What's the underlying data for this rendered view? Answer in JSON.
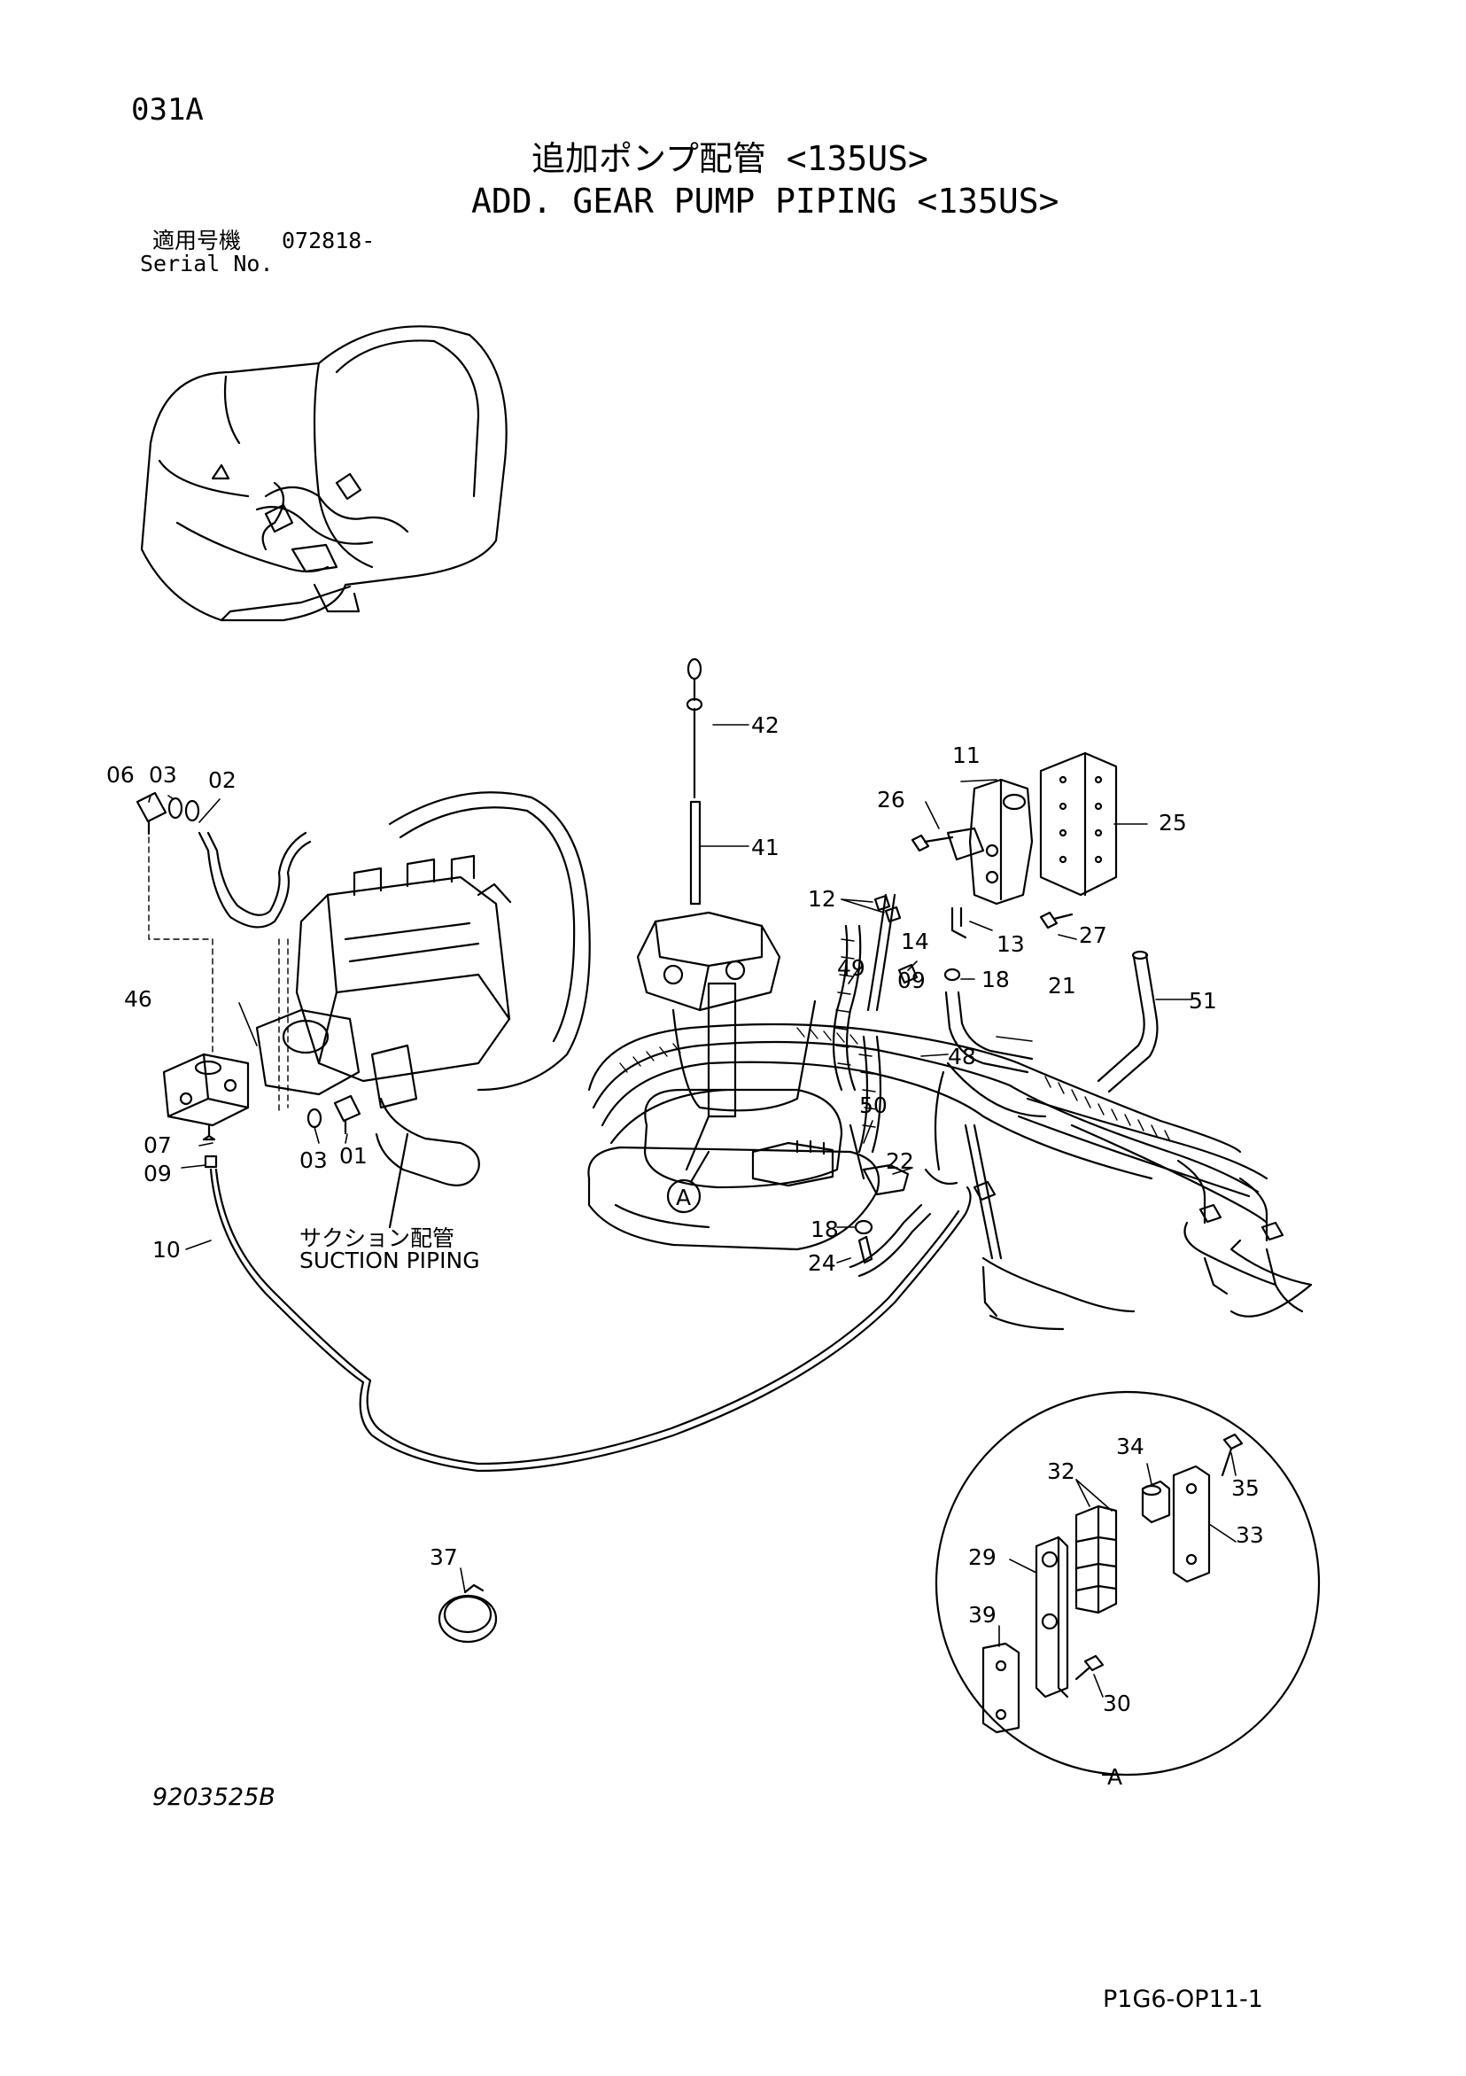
{
  "page_code": "031A",
  "title_jp": "追加ポンプ配管 <135US>",
  "title_en": "ADD. GEAR PUMP PIPING <135US>",
  "serial": {
    "label_jp": "適用号機",
    "value": "072818-",
    "label_en": "Serial No."
  },
  "suction_label": {
    "jp": "サクション配管",
    "en": "SUCTION PIPING"
  },
  "detail_label": "A",
  "callouts": [
    "06",
    "03",
    "02",
    "46",
    "07",
    "09",
    "10",
    "03",
    "01",
    "42",
    "41",
    "11",
    "26",
    "25",
    "12",
    "13",
    "27",
    "14",
    "18",
    "09",
    "21",
    "51",
    "49",
    "48",
    "50",
    "22",
    "18",
    "24",
    "37",
    "34",
    "32",
    "35",
    "33",
    "29",
    "39",
    "30",
    "A"
  ],
  "drawing_number": "9203525B",
  "page_ref": "P1G6-OP11-1"
}
